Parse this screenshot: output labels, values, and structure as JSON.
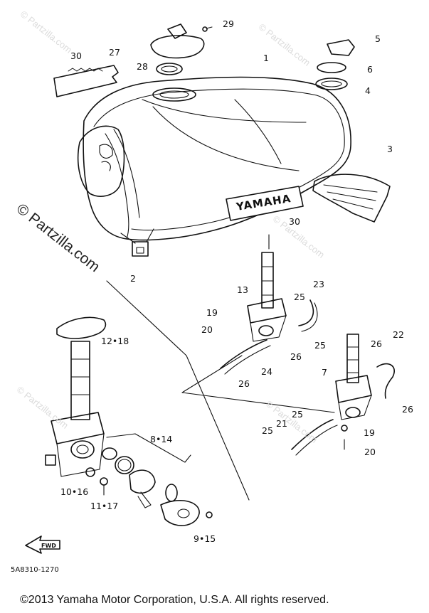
{
  "callouts": [
    "1",
    "2",
    "3",
    "4",
    "5",
    "6",
    "7",
    "9•15",
    "10•16",
    "11•17",
    "12•18",
    "13",
    "19",
    "20",
    "21",
    "22",
    "23",
    "24",
    "25",
    "26",
    "27",
    "28",
    "29",
    "30",
    "8•14"
  ],
  "brand_text": "YAMAHA",
  "arrow_text": "FWD",
  "watermark": "© Partzilla.com",
  "part_number": "5A8310-1270",
  "copyright": "©2013  Yamaha Motor Corporation, U.S.A. All rights reserved."
}
